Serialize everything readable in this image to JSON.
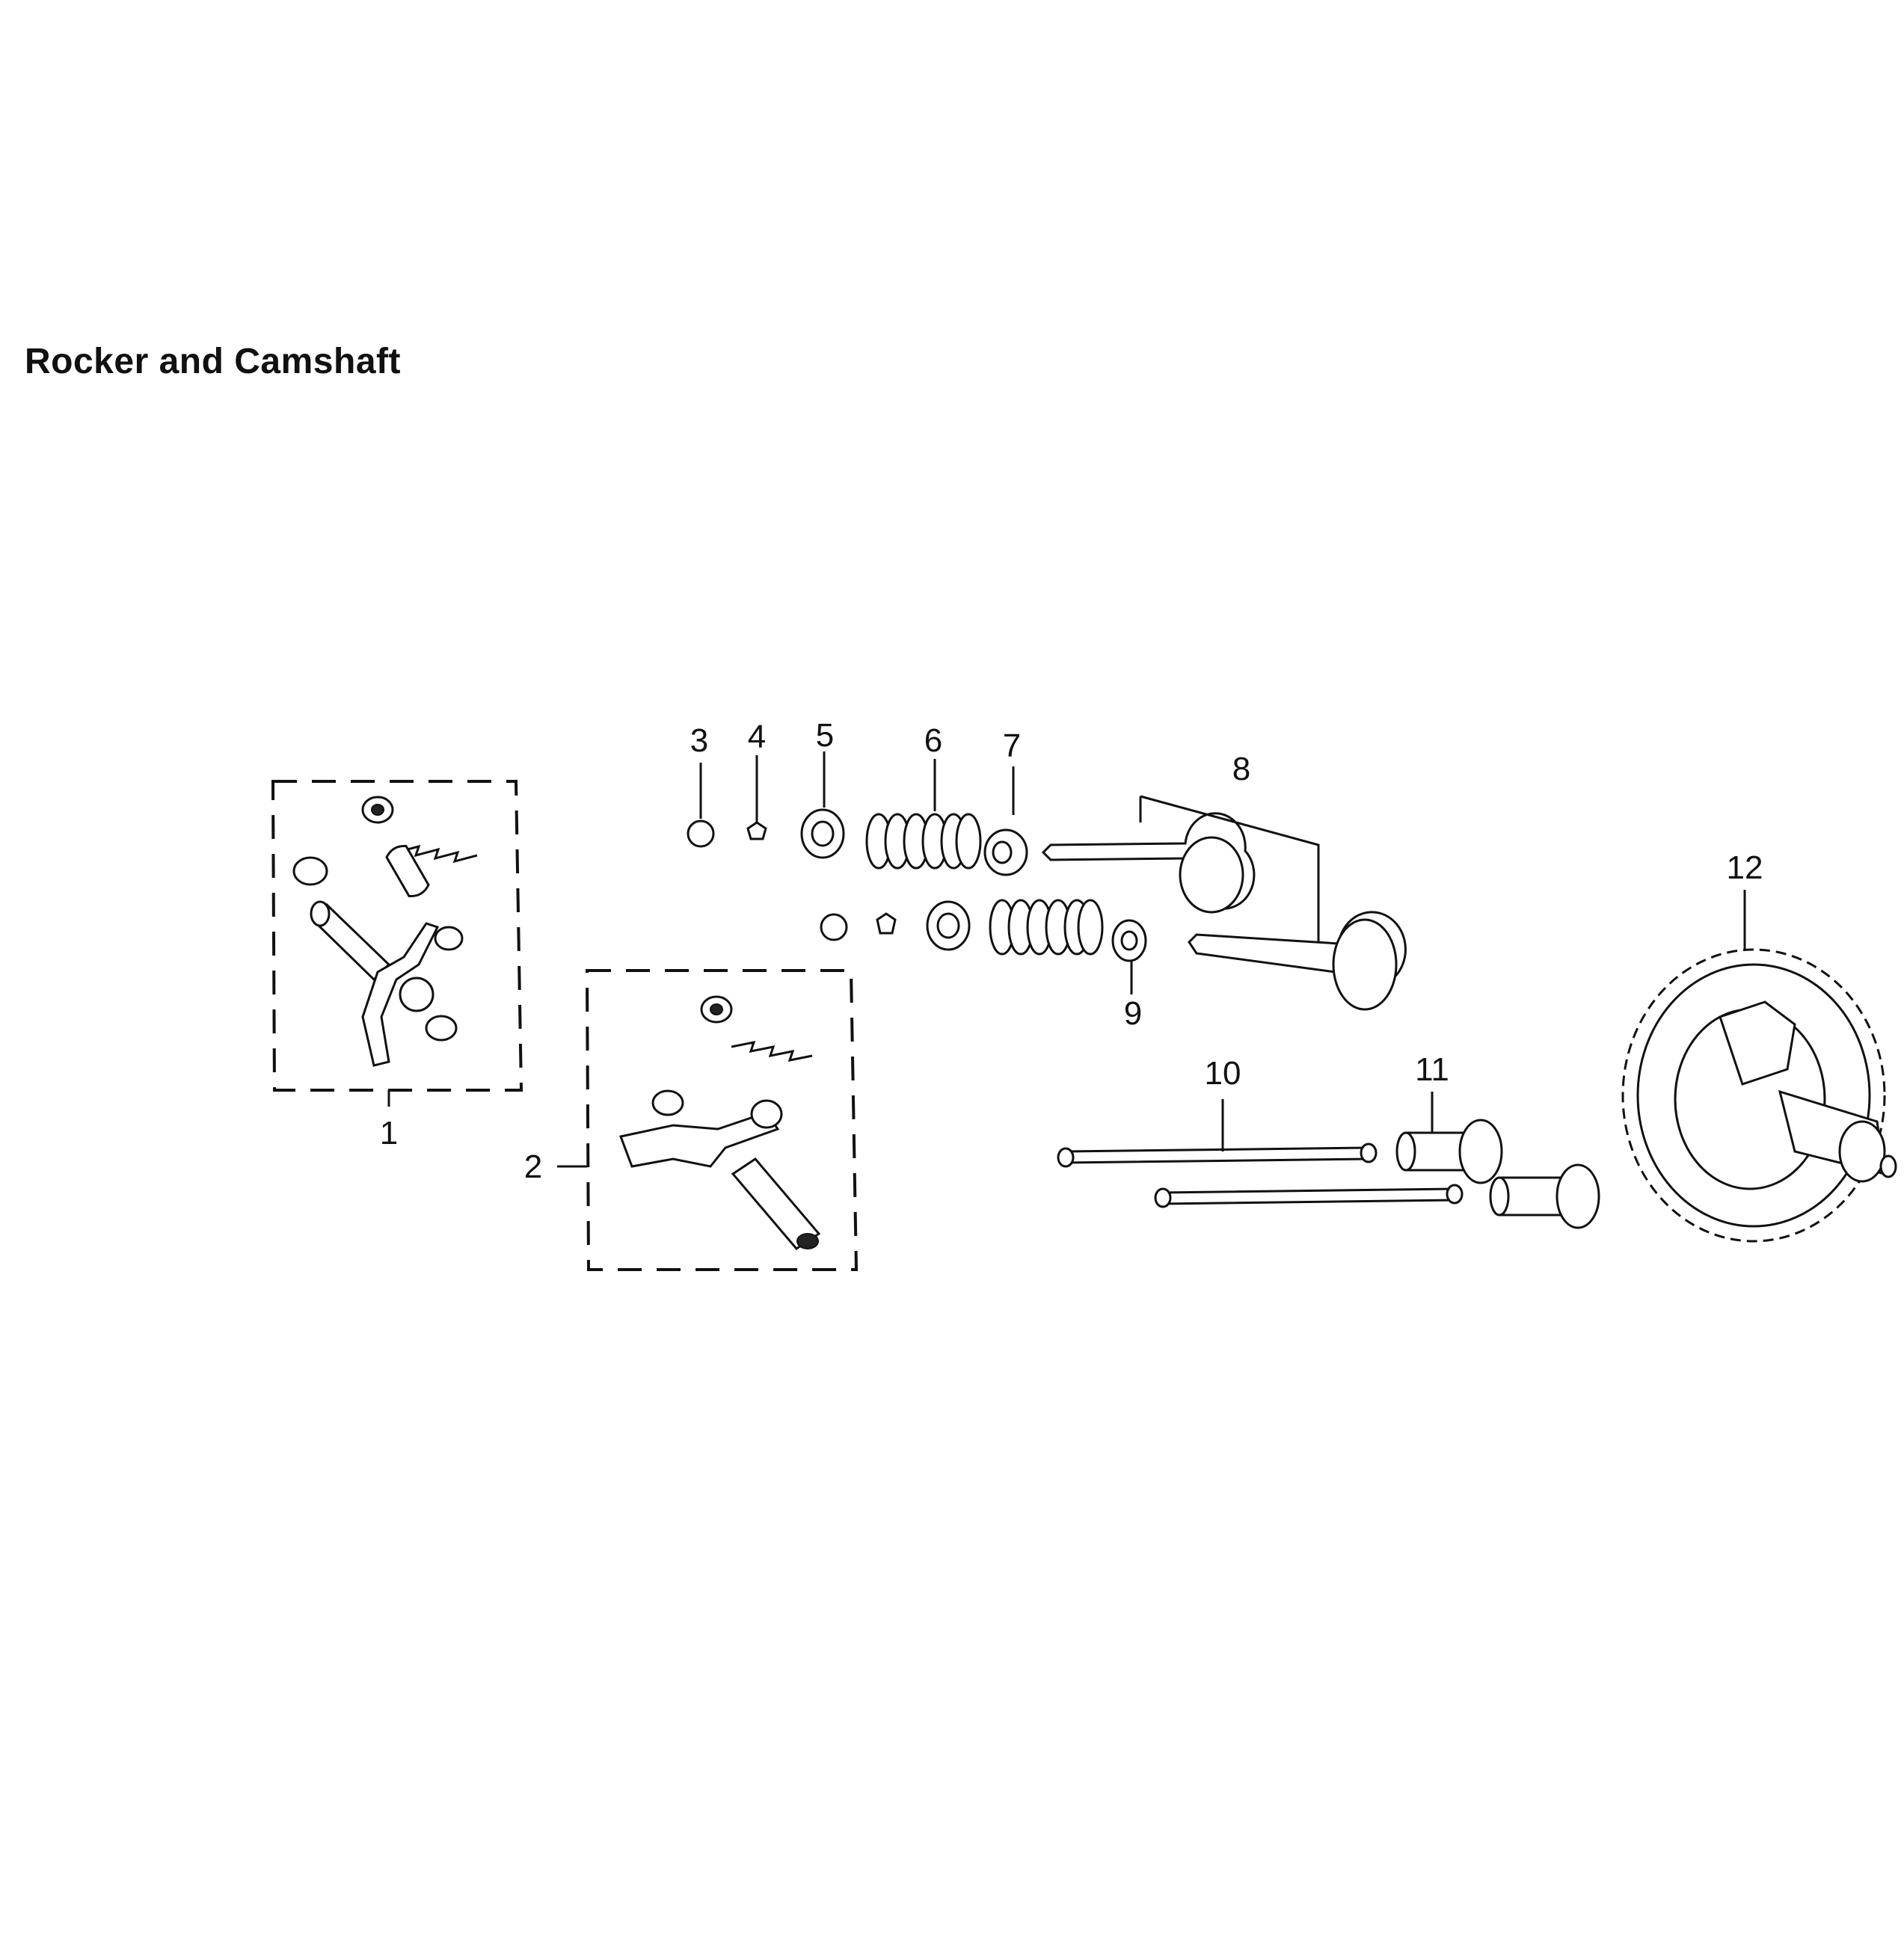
{
  "title": "Rocker and Camshaft",
  "callouts": [
    "1",
    "2",
    "3",
    "4",
    "5",
    "6",
    "7",
    "8",
    "9",
    "10",
    "11",
    "12"
  ]
}
